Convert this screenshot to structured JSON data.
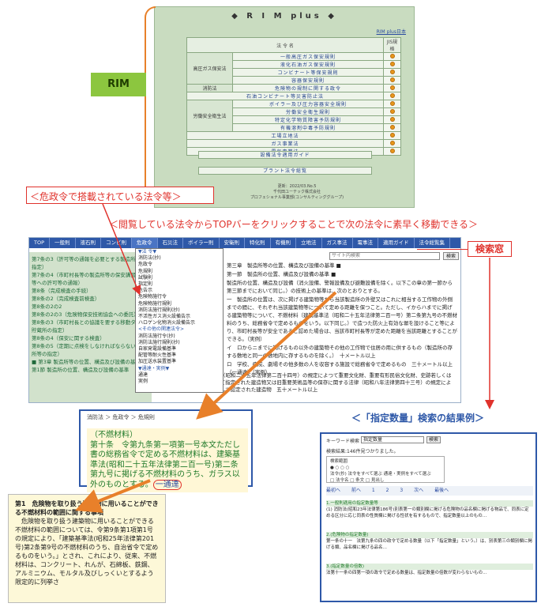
{
  "rim_panel": {
    "title": "◆ R I M plus ◆",
    "top_link": "RIM plus日本",
    "header_law": "法 令 名",
    "header_check": "JIS規格",
    "groups": [
      "高圧ガス保安法",
      "消防法",
      "労働安全衛生法"
    ],
    "laws": [
      "一般高圧ガス保安規則",
      "液化石油ガス保安規則",
      "コンビナート等保安規則",
      "容器保安規則",
      "危険物の規制に関する政令",
      "石油コンビナート等災害防止法",
      "ボイラー及び圧力容器安全規則",
      "労働安全衛生規則",
      "特定化学物質障害予防規則",
      "有機溶剤中毒予防規則",
      "工場立地法",
      "ガス事業法",
      "電気事業法"
    ],
    "button_1": "設備法令適用ガイド",
    "button_2": "プラント法令総覧",
    "footer_1": "更新：2022/03.No.5",
    "footer_2": "千代田ユーテック株式会社",
    "footer_3": "プロフェショナル事業部(コンサルティンググループ)"
  },
  "rim_label": "RIM",
  "caption_1": "＜危政令で搭載されている法令等＞",
  "caption_2": "＜閲覧している法令からTOPバーをクリックすることで次の法令に素早く移動できる＞",
  "search_label": "検索窓",
  "topbar": [
    "TOP",
    "一般則",
    "液石則",
    "コンビ則",
    "危政令",
    "石災法",
    "ボイラー則",
    "安衛則",
    "特化則",
    "有機則",
    "立地法",
    "ガス事法",
    "電事法",
    "適用ガイド",
    "法令総覧集"
  ],
  "search": {
    "placeholder": "サイト内検索",
    "button": "検索"
  },
  "left_pane": [
    "第7条の3（許可等の通報を必要とする製造所等の指定）",
    "第7条の4（市町村長等の製造所等の保安講習の会等への許可等の通報）",
    "第8条（完成検査の手続）",
    "第8条の2（完成検査前検査）",
    "第8条の2の2",
    "第8条の2の3（危険物保安技術協会への委託）",
    "第8条の3（市町村長との協議を要する移動タンク貯蔵所の指定）",
    "第8条の4（保安に関する検査）",
    "第8条の5（定期に点検をしなければならない製造所等の指定）",
    "■ 第3章 製造所等の位置、構造及び設備の基準",
    "第1節 製造所の位置、構造及び設備の基準"
  ],
  "dropdown": [
    "▼法 令▼",
    "消防法(抄)",
    "危政令",
    "危規則",
    "試験則",
    "指定則",
    "危告示",
    "危険物施行令",
    "危険物施行規則",
    "消防法施行規則(抄)",
    "不活性ガス消火設備告示",
    "ハロゲン化物消火設備告示",
    "<その他の関連法令>",
    "消防法施行令(抄)",
    "消防法施行規則(抄)",
    "自家発電設備基準",
    "配管等耐火性基準",
    "加圧送水装置基準",
    "▼通達・実例▼",
    "通達",
    "実例"
  ],
  "main_pane": [
    "第三章　製造所等の位置、構造及び設備の基準 ■",
    "第一節　製造所の位置、構造及び設備の基準 ■",
    "製造所の位置、構造及び設備（消火設備、警報設備及び避難設備を除く。以下この章の第一節から第三節までにおいて同じ。）の技術上の基準は、次のとおりとする。",
    "一　製造所の位置は、次に掲げる建築物等から当該製造所の外壁又はこれに相当する工作物の外側までの間に、それぞれ当該建築物等について定める距離を保つこと。ただし、イからハまでに掲げる建築物等について、不燃材料（建築基準法（昭和二十五年法律第二百一号）第二条第九号の不燃材料のうち、総務省令で定めるものをいう。以下同じ。）で造つた防火上有効な塀を設けること等により、市町村長等が安全であると認めた場合は、当該市町村長等が定めた距離を当該距離とすることができる。（実例）",
    "イ　ロからニまでに掲げるもの以外の建築物その他の工作物で住居の用に供するもの（製造所の存する敷地と同一の敷地内に存するものを除く。）　十メートル以上",
    "ロ　学校、病院、劇場その他多数の人を収容する施設で総務省令で定めるもの　三十メートル以上（一通達）（実例）"
  ],
  "lower_text": "ハ　文化財保護法（昭和二十五年法律第二百十四号）の規定によつて重要文化財、重要有形民俗文化財、史跡若しくは重要な文化財として指定された建造物又は旧重要美術品等の保存に関する法律（昭和八年法律第四十三号）の規定によつて重要美術品として認定された建造物　五十メートル以上",
  "zoom": {
    "breadcrumb": "消防法 ＞ 危政令 ＞ 危規則",
    "heading": "（不燃材料）",
    "article": "第十条　令第九条第一項第一号本文ただし書の総務省令で定める不燃材料は、建築基準法(昭和二十五年法律第二百一号)第二条第九号に掲げる不燃材料のうち、ガラス以外のものとする。",
    "link": "一通達"
  },
  "notice": {
    "title": "第1　危険物を取り扱う建築物に用いることができる不燃材料の範囲に関する事項",
    "body": "危険物を取り扱う建築物に用いることができる不燃材料の範囲については、令第9条第1項第1号の規定により、「建築基準法(昭和25年法律第201号)第2条第9号の不燃材料のうち、自治省令で定めるものをいう。」とされ、これにより、従来、不燃材料は、コンクリート、れんが、石綿板、鉄鋼、アルミニウム、モルタル及びしっくいとするよう限定的に列挙さ"
  },
  "results": {
    "caption": "＜「指定数量」検索の結果例＞",
    "keyword_label": "キーワード検索",
    "keyword_value": "指定数量",
    "button": "検索",
    "count": "検索結果:146件見つかりました。",
    "scope_title": "検索範囲",
    "scope_line_1": "● ○ ○ ○",
    "scope_line_2": "法令(抄) 法令をすべて選ぶ  通達・実例をすべて選ぶ",
    "scope_line_3": "□ 法令名 □ 条文 □ 見出し",
    "pager": [
      "最初へ",
      "前へ",
      "1",
      "2",
      "3",
      "次へ",
      "最後へ"
    ],
    "items": [
      {
        "title": "1.一般則適用の指定数量等",
        "text": "(1) 消防法(昭和23年法律第186号)別表第一の類別欄に掲げる危険物の品名欄に掲げる物品で、同表に定める区分に応じ同表の性質欄に掲げる性状を有するもので、指定数量以上のもの…"
      },
      {
        "title": "2.(危険物の指定数量)",
        "text": "第一条の十一　法第九条の四の政令で定める数量（以下「指定数量」という。）は、別表第三の類別欄に掲げる類、品名欄に掲げる品名…"
      },
      {
        "title": "3.(指定数量の倍数)",
        "text": "法第十一条の四第一項の政令で定める数量は、指定数量の倍数が変わらないもの…"
      }
    ]
  },
  "colors": {
    "rim_bg": "#c9dcc0",
    "topbar": "#2e58a8",
    "accent_red": "#e0322c",
    "rim_label": "#8cc63f"
  }
}
